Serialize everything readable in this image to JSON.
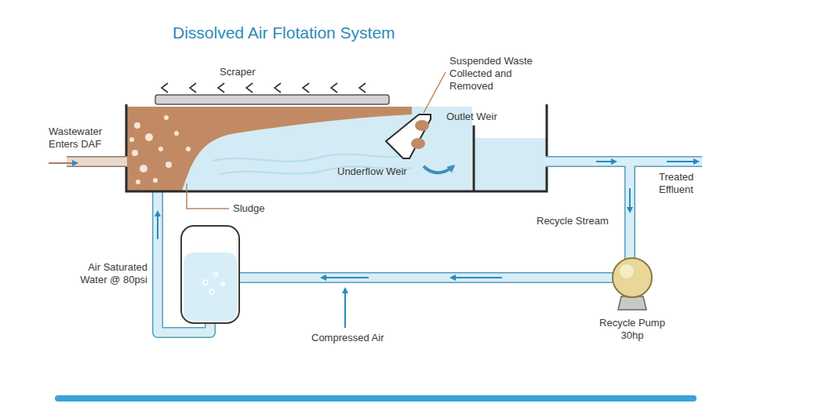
{
  "diagram": {
    "title": "Dissolved Air Flotation System",
    "labels": [
      "Scraper",
      "Suspended Waste Collected and Removed",
      "Outlet Weir",
      "Wastewater Enters DAF",
      "Underflow Weir",
      "Sludge",
      "Treated Effluent",
      "Recycle Stream",
      "Air Saturated Water @ 80psi",
      "Compressed Air",
      "Recycle Pump 30hp"
    ]
  }
}
